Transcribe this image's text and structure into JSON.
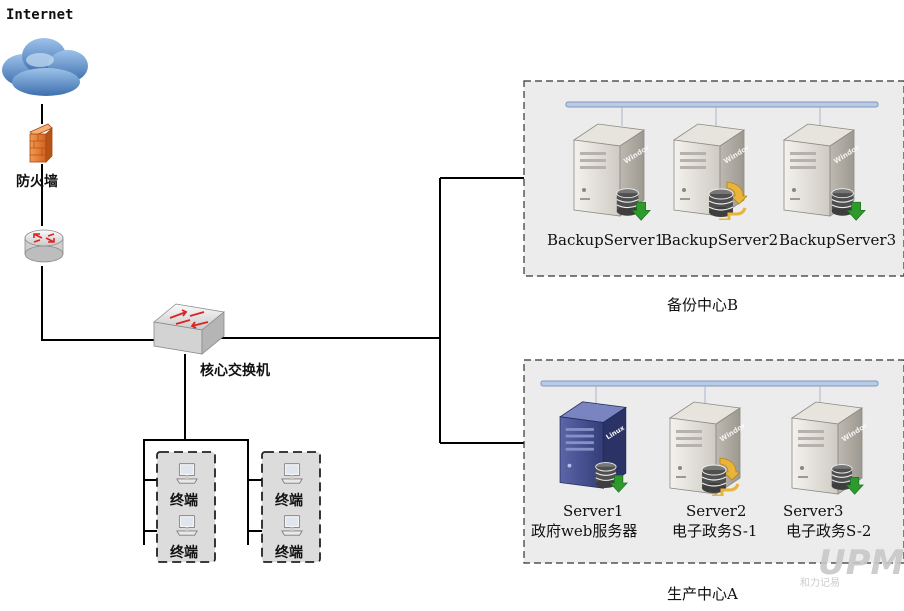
{
  "internet": {
    "label": "Internet"
  },
  "firewall": {
    "label": "防火墙"
  },
  "core_switch": {
    "label": "核心交换机"
  },
  "backup_center": {
    "label": "备份中心B",
    "servers": [
      {
        "name": "BackupServer1",
        "os": "Windows",
        "badge": "db-download"
      },
      {
        "name": "BackupServer2",
        "os": "Windows",
        "badge": "db-sync"
      },
      {
        "name": "BackupServer3",
        "os": "Windows",
        "badge": "db-download"
      }
    ]
  },
  "production_center": {
    "label": "生产中心A",
    "servers": [
      {
        "name": "Server1",
        "desc": "政府web服务器",
        "os": "Linux",
        "badge": "db-download"
      },
      {
        "name": "Server2",
        "desc": "电子政务S-1",
        "os": "Windows",
        "badge": "db-sync"
      },
      {
        "name": "Server3",
        "desc": "电子政务S-2",
        "os": "Windows",
        "badge": "db-download"
      }
    ]
  },
  "terminals": {
    "label": "终端",
    "groups": [
      {
        "items": [
          "终端",
          "终端"
        ]
      },
      {
        "items": [
          "终端",
          "终端"
        ]
      }
    ]
  },
  "watermark": {
    "logo": "UPM",
    "caption": "和力记易"
  },
  "colors": {
    "zone_fill": "#ececec",
    "bus": "#b9cbe6",
    "firewall": "#e8772e",
    "cloud": "#5b8fc7",
    "linux_server": "#3f4a8c",
    "db_badge": "#555555",
    "download_arrow": "#2e9a2e",
    "sync_arrow": "#e8b43a"
  }
}
